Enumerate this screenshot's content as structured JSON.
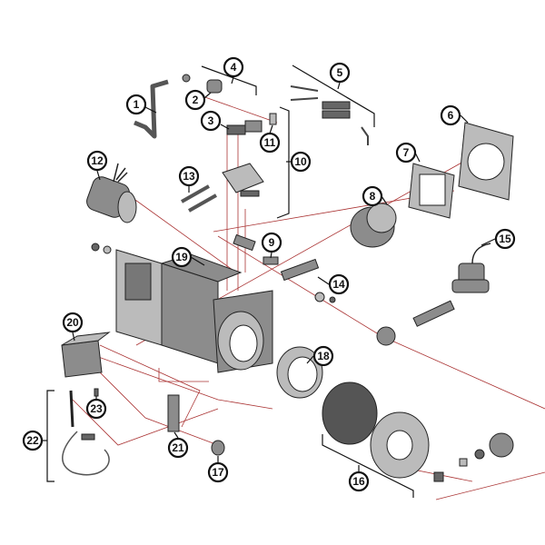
{
  "diagram": {
    "type": "exploded-parts-view",
    "callouts": [
      "1",
      "2",
      "3",
      "4",
      "5",
      "6",
      "7",
      "8",
      "9",
      "10",
      "11",
      "12",
      "13",
      "14",
      "15",
      "16",
      "17",
      "18",
      "19",
      "20",
      "21",
      "22",
      "23"
    ],
    "colors": {
      "leader": "#111111",
      "assembly_line": "#aa3333",
      "part_fill": "#8c8c8c"
    }
  }
}
